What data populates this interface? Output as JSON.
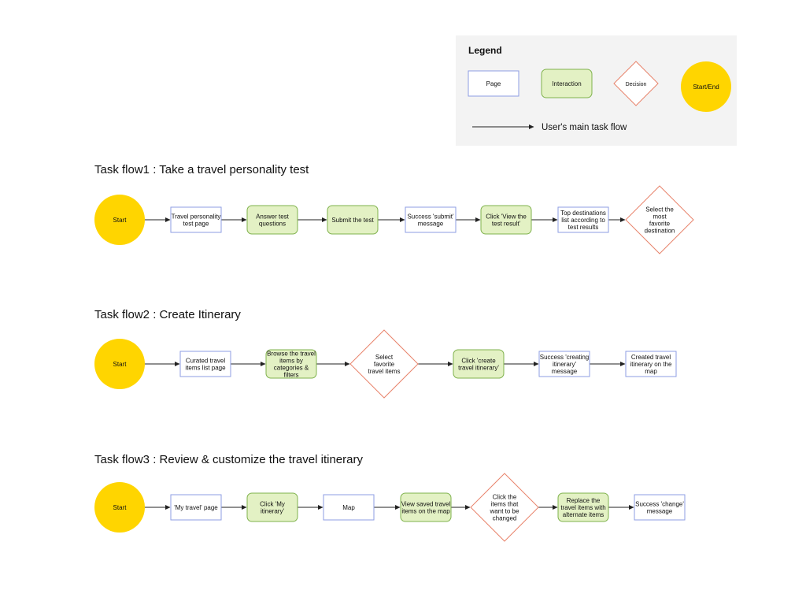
{
  "colors": {
    "page_border": "#8e9ee3",
    "interaction_fill": "#e3f1c4",
    "interaction_border": "#7fb24c",
    "decision_border": "#e8836b",
    "start_fill": "#ffd500",
    "legend_bg": "#f3f3f3",
    "arrow": "#222222"
  },
  "legend": {
    "title": "Legend",
    "page": "Page",
    "interaction": "Interaction",
    "decision": "Decision",
    "start_end": "Start/End",
    "main_flow": "User's  main task flow"
  },
  "flows": [
    {
      "title": "Task flow1 : Take a travel personality test",
      "nodes": [
        {
          "type": "start",
          "lines": [
            "Start"
          ]
        },
        {
          "type": "page",
          "lines": [
            "Travel personality",
            "test page"
          ]
        },
        {
          "type": "interaction",
          "lines": [
            "Answer test",
            "questions"
          ]
        },
        {
          "type": "interaction",
          "lines": [
            "Submit the test"
          ]
        },
        {
          "type": "page",
          "lines": [
            "Success 'submit'",
            "message"
          ]
        },
        {
          "type": "interaction",
          "lines": [
            "Click 'View the",
            "test result'"
          ]
        },
        {
          "type": "page",
          "lines": [
            "Top destinations",
            "list according to",
            "test results"
          ]
        },
        {
          "type": "decision",
          "lines": [
            "Select the",
            "most",
            "favorite",
            "destination"
          ]
        }
      ]
    },
    {
      "title": "Task flow2 : Create Itinerary",
      "nodes": [
        {
          "type": "start",
          "lines": [
            "Start"
          ]
        },
        {
          "type": "page",
          "lines": [
            "Curated travel",
            "items list page"
          ]
        },
        {
          "type": "interaction",
          "lines": [
            "Browse the travel",
            "items by",
            "categories &",
            "filters"
          ]
        },
        {
          "type": "decision",
          "lines": [
            "Select",
            "favorite",
            "travel items"
          ]
        },
        {
          "type": "interaction",
          "lines": [
            "Click 'create",
            "travel itinerary'"
          ]
        },
        {
          "type": "page",
          "lines": [
            "Success 'creating",
            "itinerary'",
            "message"
          ]
        },
        {
          "type": "page",
          "lines": [
            "Created travel",
            "itinerary on the",
            "map"
          ]
        }
      ]
    },
    {
      "title": "Task flow3 : Review & customize the travel itinerary",
      "nodes": [
        {
          "type": "start",
          "lines": [
            "Start"
          ]
        },
        {
          "type": "page",
          "lines": [
            "'My travel' page"
          ]
        },
        {
          "type": "interaction",
          "lines": [
            "Click 'My",
            "itinerary'"
          ]
        },
        {
          "type": "page",
          "lines": [
            "Map"
          ]
        },
        {
          "type": "interaction",
          "lines": [
            "View saved travel",
            "items on the map"
          ]
        },
        {
          "type": "decision",
          "lines": [
            "Click the",
            "items that",
            "want to be",
            "changed"
          ]
        },
        {
          "type": "interaction",
          "lines": [
            "Replace the",
            "travel items with",
            "alternate items"
          ]
        },
        {
          "type": "page",
          "lines": [
            "Success 'change'",
            "message"
          ]
        }
      ]
    }
  ]
}
